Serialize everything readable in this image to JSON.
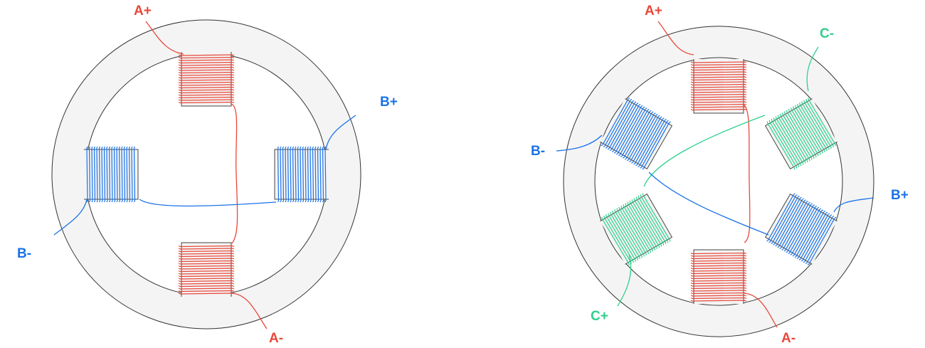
{
  "colors": {
    "phase_a": "#e8483a",
    "phase_b": "#1a73e8",
    "phase_c": "#2fcf8c",
    "ring_fill": "#f4f4f4",
    "outline": "#333333"
  },
  "left_motor": {
    "labels": {
      "a_plus": "A+",
      "a_minus": "A-",
      "b_plus": "B+",
      "b_minus": "B-"
    }
  },
  "right_motor": {
    "labels": {
      "a_plus": "A+",
      "a_minus": "A-",
      "b_plus": "B+",
      "b_minus": "B-",
      "c_plus": "C+",
      "c_minus": "C-"
    }
  }
}
